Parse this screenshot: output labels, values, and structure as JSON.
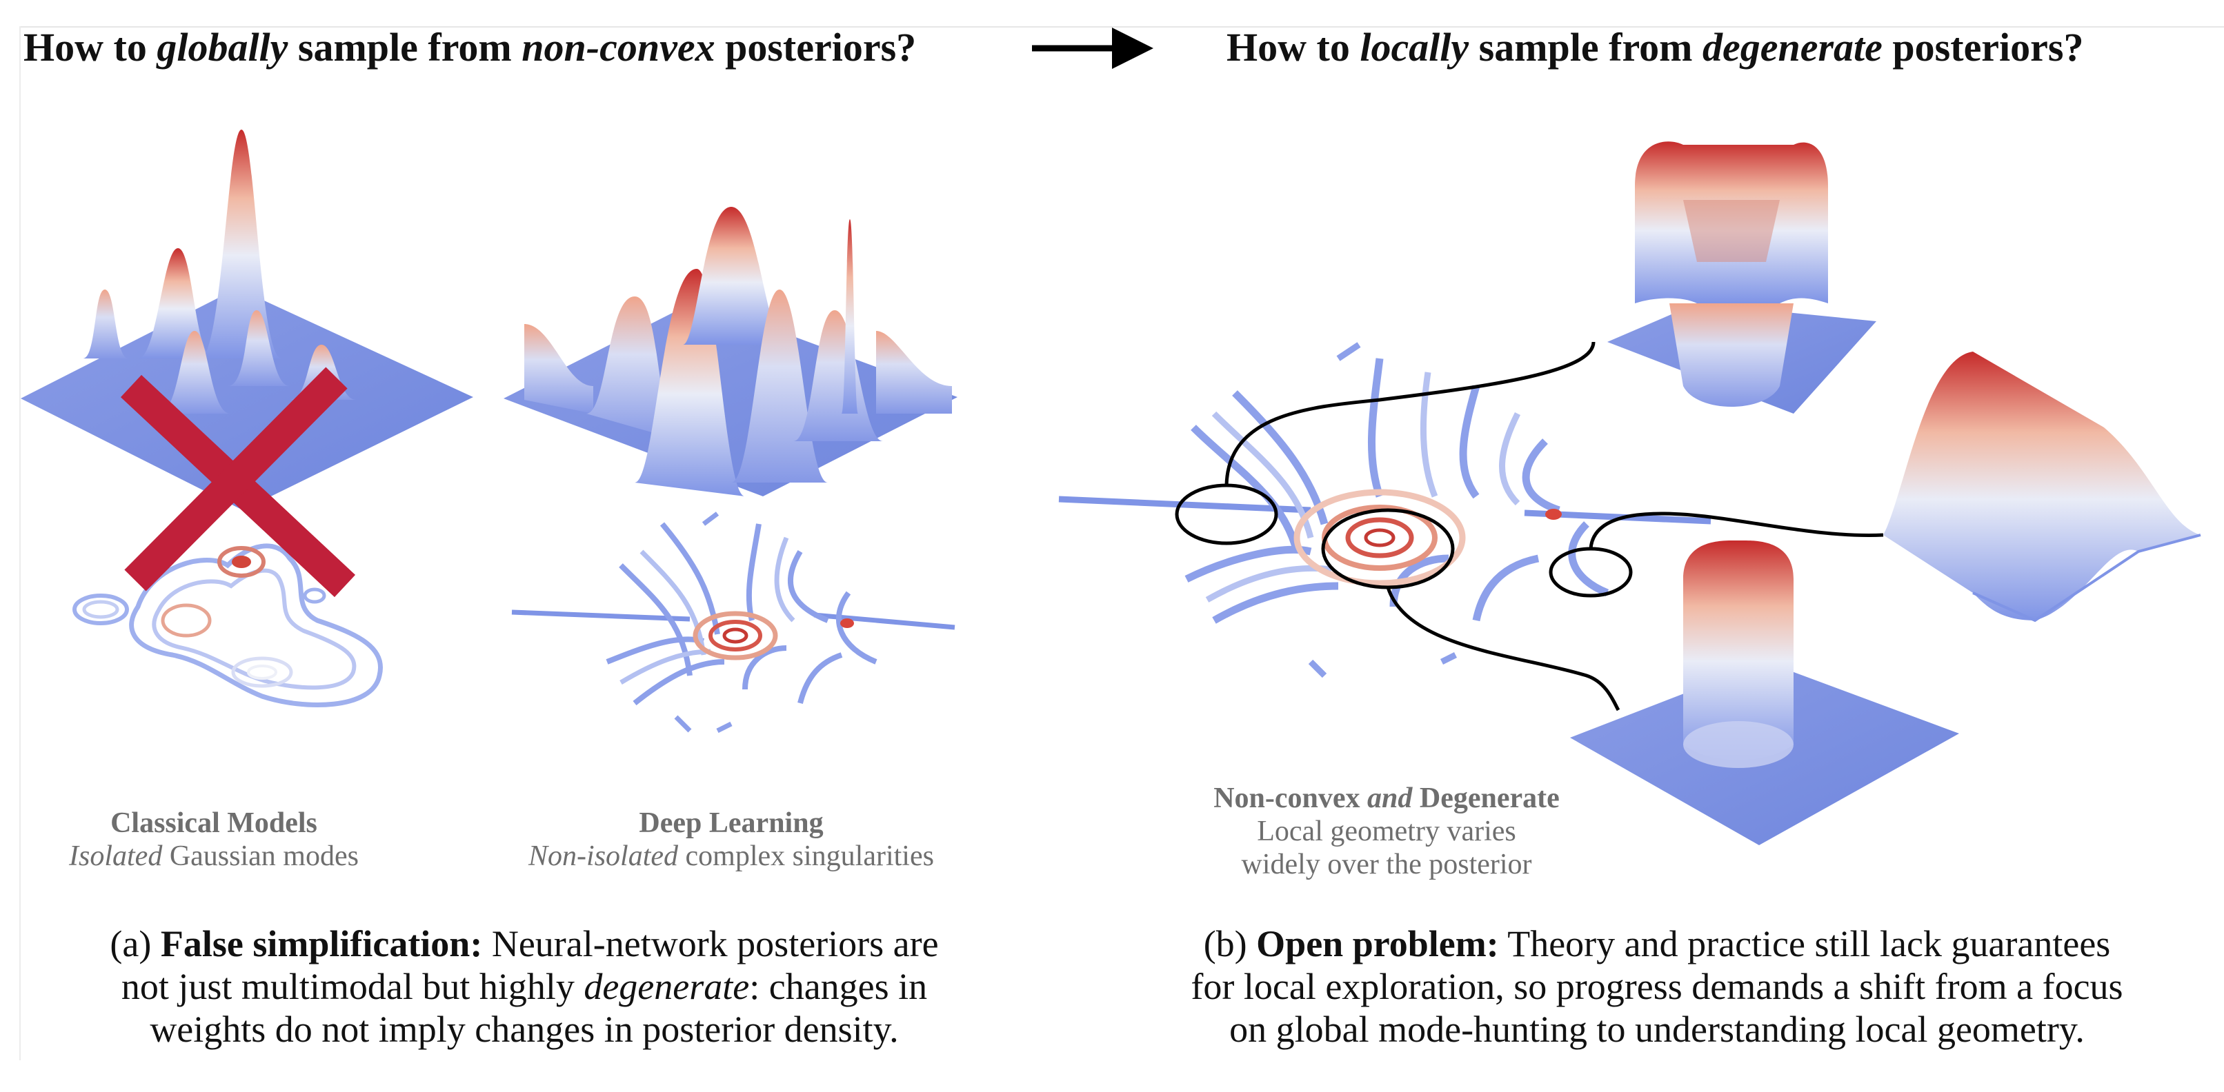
{
  "headings": {
    "left": {
      "pre": "How to ",
      "em1": "globally",
      "mid": " sample from ",
      "em2": "non-convex",
      "post": " posteriors?"
    },
    "right": {
      "pre": "How to ",
      "em1": "locally",
      "mid": " sample from ",
      "em2": "degenerate",
      "post": " posteriors?"
    }
  },
  "panels": {
    "classical": {
      "title": "Classical Models",
      "sub_em": "Isolated",
      "sub_rest": " Gaussian modes"
    },
    "deep": {
      "title": "Deep Learning",
      "sub_em": "Non-isolated",
      "sub_rest": " complex singularities"
    },
    "degenerate": {
      "title_a": "Non-convex ",
      "title_em": "and",
      "title_b": " Degenerate",
      "line2": "Local geometry varies",
      "line3": "widely over the posterior"
    }
  },
  "captions": {
    "a": {
      "prefix": "(a) ",
      "bold": "False simplification:",
      "t1": " Neural-network posteriors are",
      "t2": "not just multimodal but highly ",
      "em": "degenerate",
      "t3": ": changes in",
      "t4": "weights do not imply changes in posterior density."
    },
    "b": {
      "prefix": "(b) ",
      "bold": "Open problem:",
      "t1": " Theory and practice still lack guarantees",
      "t2": "for local exploration, so progress demands a shift from a focus",
      "t3": "on global mode-hunting to understanding local geometry."
    }
  },
  "colors": {
    "low": "#7f94e6",
    "mid": "#eef0f8",
    "high": "#c62b2b",
    "cross": "#c0203a",
    "arrow": "#000000"
  }
}
